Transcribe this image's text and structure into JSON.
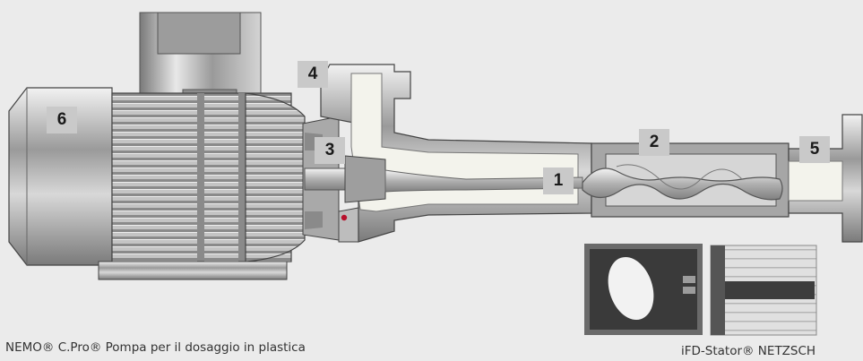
{
  "callouts": [
    "1",
    "2",
    "3",
    "4",
    "5",
    "6"
  ],
  "captions": {
    "pump": "NEMO® C.Pro® Pompa per il dosaggio in plastica",
    "stator": "iFD-Stator® NETZSCH"
  },
  "colors": {
    "background": "#ebebeb",
    "metal_dark": "#6f6f6f",
    "metal_mid": "#a8a8a8",
    "metal_light": "#d6d6d6",
    "fluid": "#f3f3ec",
    "stator_rubber": "#3a3a3a",
    "callout_bg": "#c9c9c9"
  }
}
